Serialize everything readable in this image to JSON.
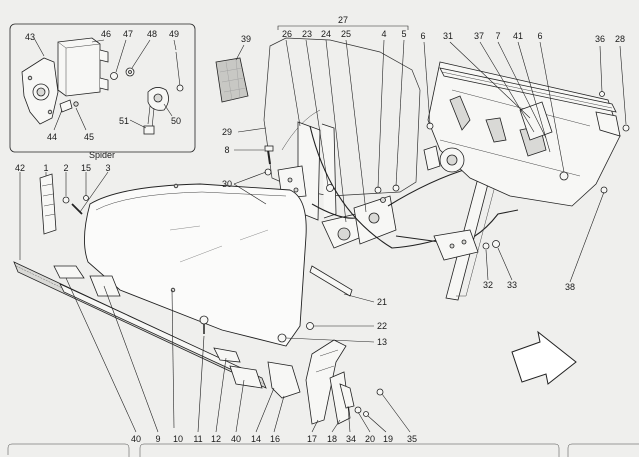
{
  "inset": {
    "caption": "Spider"
  },
  "labels": {
    "l1": "1",
    "l2": "2",
    "l3": "3",
    "l4": "4",
    "l5": "5",
    "l6a": "6",
    "l6b": "6",
    "l7": "7",
    "l8": "8",
    "l9": "9",
    "l10": "10",
    "l11": "11",
    "l12": "12",
    "l13": "13",
    "l14": "14",
    "l15": "15",
    "l16": "16",
    "l17": "17",
    "l18": "18",
    "l19": "19",
    "l20": "20",
    "l21": "21",
    "l22": "22",
    "l23": "23",
    "l24": "24",
    "l25": "25",
    "l26": "26",
    "l27": "27",
    "l28": "28",
    "l29": "29",
    "l30": "30",
    "l31": "31",
    "l32": "32",
    "l33": "33",
    "l34": "34",
    "l35": "35",
    "l36": "36",
    "l37": "37",
    "l38": "38",
    "l39": "39",
    "l40a": "40",
    "l40b": "40",
    "l41": "41",
    "l42": "42",
    "l43": "43",
    "l44": "44",
    "l45": "45",
    "l46": "46",
    "l47": "47",
    "l48": "48",
    "l49": "49",
    "l50": "50",
    "l51": "51"
  }
}
